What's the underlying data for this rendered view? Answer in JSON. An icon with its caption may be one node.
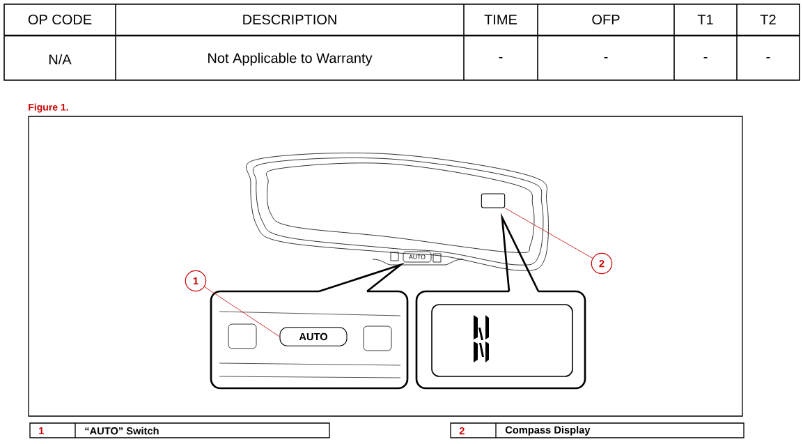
{
  "diagram": {
    "nodes": [
      {
        "text": [
          "1"
        ]
      },
      {
        "text": [
          "AUTO"
        ]
      },
      {
        "text": [
          "2"
        ]
      },
      {
        "text": [],
        "shape": "box"
      }
    ],
    "edges": [
      {
        "from": 0,
        "to": 1,
        "arrow": "none"
      },
      {
        "from": 2,
        "to": 3,
        "arrow": "none"
      }
    ],
    "labels": [
      "OP CODE",
      "DESCRIPTION",
      "TIME",
      "OFP",
      "T1",
      "T2",
      "N/A",
      "Not Applicable to Warranty",
      "-",
      "-",
      "-",
      "-",
      "Figure 1.",
      "AUTO",
      "1",
      "“AUTO” Switch",
      "2",
      "Compass Display"
    ]
  }
}
